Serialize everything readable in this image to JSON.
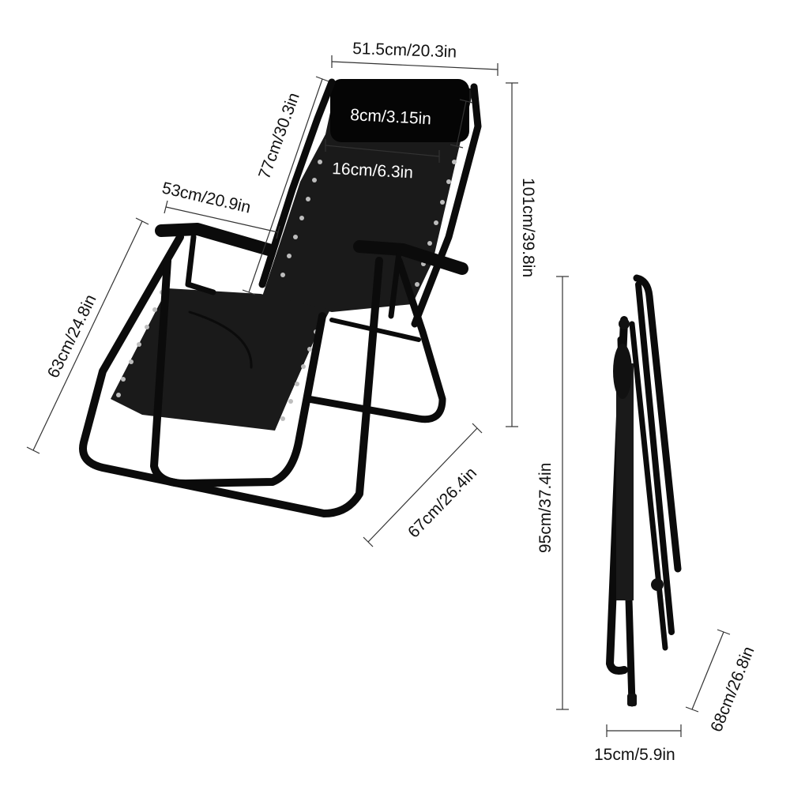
{
  "product": {
    "accent_color": "#0b0b0b",
    "mesh_color": "#1a1a1a"
  },
  "dimensions": {
    "width_top": "51.5cm/20.3in",
    "back_height": "77cm/30.3in",
    "pillow_height": "8cm/3.15in",
    "pillow_width": "16cm/6.3in",
    "seat_width": "53cm/20.9in",
    "total_height": "101cm/39.8in",
    "seat_depth": "63cm/24.8in",
    "base_depth": "67cm/26.4in",
    "folded_height": "95cm/37.4in",
    "folded_length": "68cm/26.8in",
    "folded_thickness": "15cm/5.9in"
  }
}
